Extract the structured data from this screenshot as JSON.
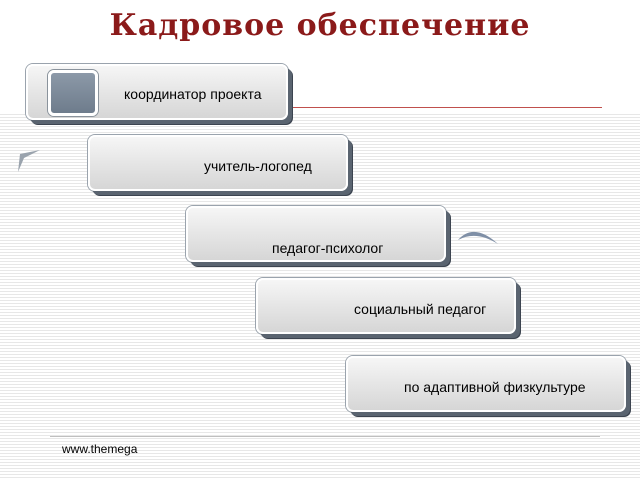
{
  "slide": {
    "title": "Кадровое обеспечение",
    "footer_text": "www.themega"
  },
  "cards": [
    {
      "label": "координатор проекта"
    },
    {
      "label": "учитель-логопед"
    },
    {
      "label": "педагог-психолог"
    },
    {
      "label": "социальный педагог"
    },
    {
      "label": "по адаптивной физкультуре"
    }
  ],
  "colors": {
    "title": "#8b1a1a",
    "accent_line": "#c0504d",
    "thumbnail": "#7a8898"
  }
}
